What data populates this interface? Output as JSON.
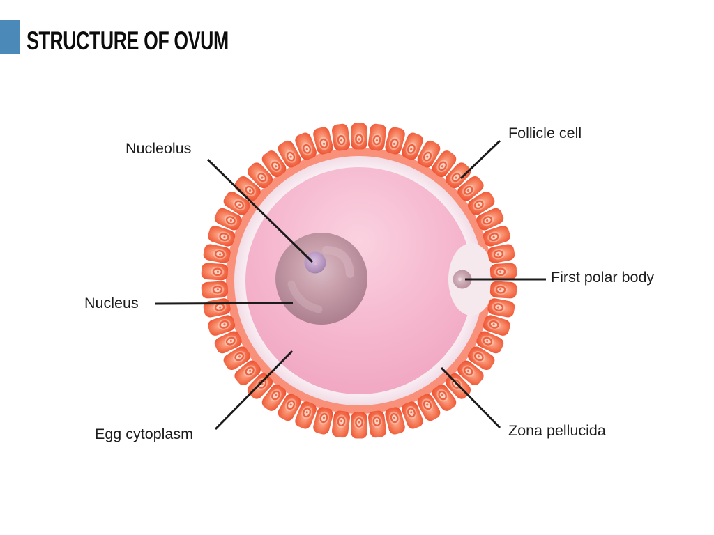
{
  "header": {
    "title": "STRUCTURE OF OVUM",
    "accent_color": "#4A89B8"
  },
  "diagram": {
    "subject": "ovum-structure",
    "labels": {
      "nucleolus": "Nucleolus",
      "nucleus": "Nucleus",
      "egg_cytoplasm": "Egg cytoplasm",
      "follicle_cell": "Follicle cell",
      "first_polar_body": "First polar body",
      "zona_pellucida": "Zona pellucida"
    },
    "follicle_cells": {
      "count": 50,
      "body_light": "#FCB49C",
      "body_mid": "#F6815E",
      "body_dark": "#EE5434",
      "nucleus_ring": "#EC6140",
      "nucleus_fill": "#FDD3C4",
      "halo": "#FDC7B5"
    },
    "colors": {
      "corona_ring": "#F9907A",
      "zona_pellucida": "#F6E9EE",
      "cytoplasm_light": "#FAD2E0",
      "cytoplasm_dark": "#EFA0BD",
      "nucleus_center": "#D9BCC6",
      "nucleus_edge": "#A87C8B",
      "nucleolus": "#BF9FC9",
      "polar_body": "#C6A0AC",
      "label_line": "#1B1B1B",
      "label_text": "#1C1C1C"
    }
  }
}
